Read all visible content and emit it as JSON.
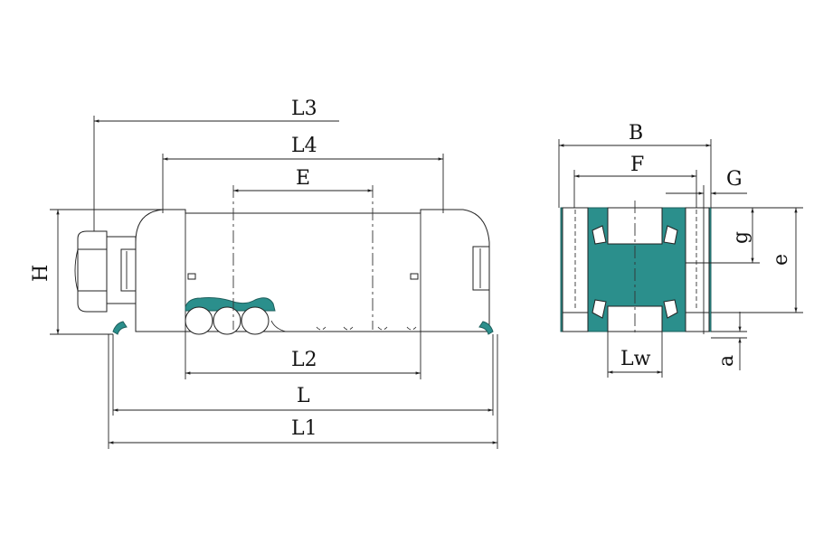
{
  "labels": {
    "L3": "L3",
    "L4": "L4",
    "E": "E",
    "H": "H",
    "L2": "L2",
    "L": "L",
    "L1": "L1",
    "B": "B",
    "F": "F",
    "G": "G",
    "g": "g",
    "e": "e",
    "Lw": "Lw",
    "a": "a"
  },
  "colors": {
    "roller_cage": "#2b8f8c",
    "line": "#222222",
    "background": "#ffffff"
  }
}
